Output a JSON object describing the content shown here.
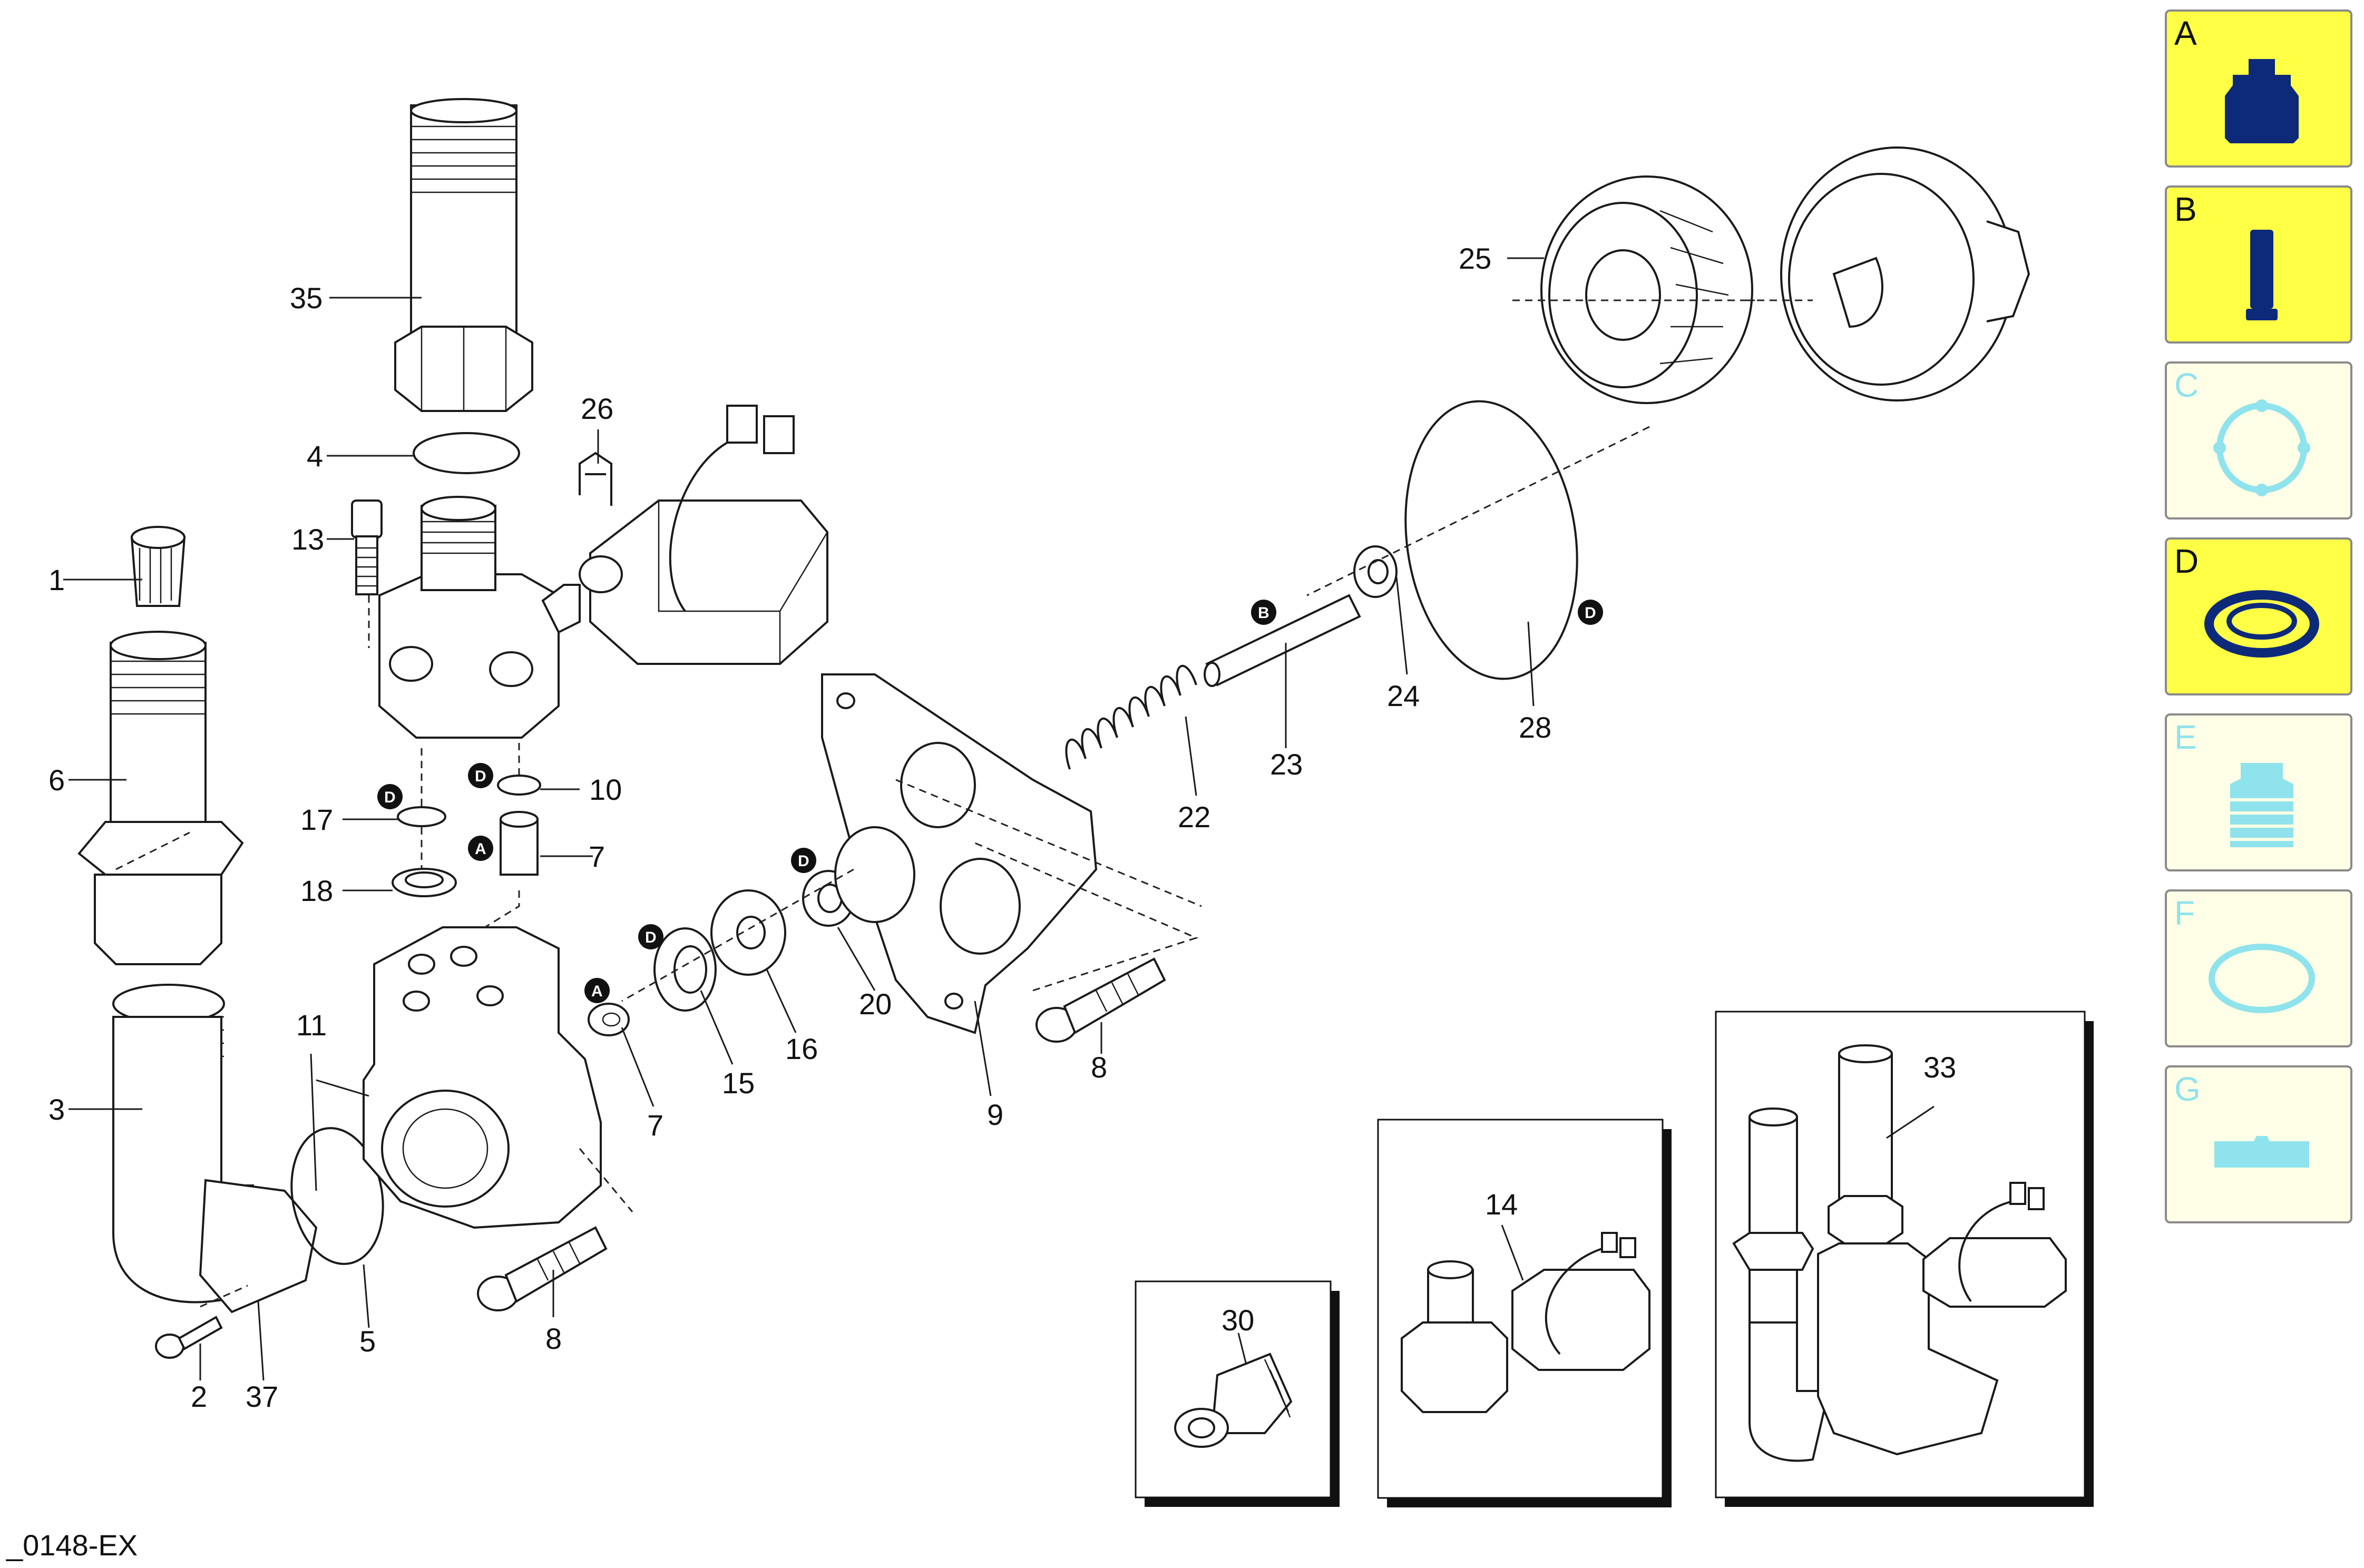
{
  "diagram_code": "_0148-EX",
  "part_labels": {
    "p1": "1",
    "p2": "2",
    "p3": "3",
    "p4": "4",
    "p5": "5",
    "p6": "6",
    "p7a": "7",
    "p7b": "7",
    "p8a": "8",
    "p8b": "8",
    "p9": "9",
    "p10": "10",
    "p11": "11",
    "p13": "13",
    "p14": "14",
    "p15": "15",
    "p16": "16",
    "p17": "17",
    "p18": "18",
    "p20": "20",
    "p22": "22",
    "p23": "23",
    "p24": "24",
    "p25": "25",
    "p26": "26",
    "p28": "28",
    "p30": "30",
    "p33": "33",
    "p35": "35",
    "p37": "37"
  },
  "badges": {
    "b_d17": "D",
    "b_d10": "D",
    "b_a7": "A",
    "b_d15": "D",
    "b_d20": "D",
    "b_a7b": "A",
    "b_b23": "B",
    "b_d28": "D"
  },
  "legend": [
    {
      "letter": "A",
      "icon": "nozzle-icon",
      "active": true
    },
    {
      "letter": "B",
      "icon": "pin-icon",
      "active": true
    },
    {
      "letter": "C",
      "icon": "gasket-ring-icon",
      "active": false
    },
    {
      "letter": "D",
      "icon": "seal-ring-icon",
      "active": true
    },
    {
      "letter": "E",
      "icon": "bellows-icon",
      "active": false
    },
    {
      "letter": "F",
      "icon": "o-ring-icon",
      "active": false
    },
    {
      "letter": "G",
      "icon": "bracket-icon",
      "active": false
    }
  ],
  "colors": {
    "active_fill": "#ffff46",
    "inactive_fill": "#fffee6",
    "active_ink": "#0d2a7a",
    "inactive_ink": "#8fe3ec",
    "inactive_letter": "#8fe3ec"
  }
}
